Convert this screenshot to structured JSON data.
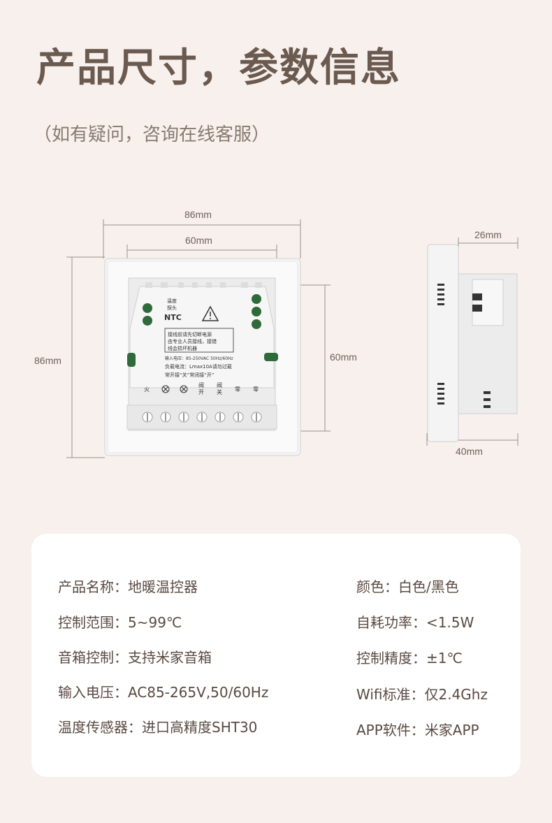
{
  "header": {
    "title": "产品尺寸，参数信息",
    "subtitle": "（如有疑问，咨询在线客服）"
  },
  "dimensions": {
    "front_width_outer": "86mm",
    "front_width_inner": "60mm",
    "front_height_outer": "86mm",
    "front_height_inner": "60mm",
    "side_depth_top": "26mm",
    "side_depth_bottom": "40mm"
  },
  "back_panel": {
    "sensor_label_line1": "温度",
    "sensor_label_line2": "探头",
    "ntc": "NTC",
    "warning_line1": "接线前请先切断电源",
    "warning_line2": "由专业人员接线，接错",
    "warning_line3": "线会损坏机器",
    "input_voltage": "输入电压：85-250VAC 50Hz/60Hz",
    "load_current": "负载电流：Lmax10A请勿过载",
    "valve_note": "常开接“关”常闭接“开”",
    "terminal_fire": "火",
    "terminal_valve_open_1": "阀",
    "terminal_valve_open_2": "开",
    "terminal_valve_close_1": "阀",
    "terminal_valve_close_2": "关",
    "terminal_zero_1": "零",
    "terminal_zero_2": "零"
  },
  "specs": {
    "left": [
      {
        "key": "产品名称：",
        "value": "地暖温控器"
      },
      {
        "key": "控制范围：",
        "value": "5~99℃"
      },
      {
        "key": "音箱控制：",
        "value": "支持米家音箱"
      },
      {
        "key": "输入电压：",
        "value": "AC85-265V,50/60Hz"
      },
      {
        "key": "温度传感器：",
        "value": "进口高精度SHT30"
      }
    ],
    "right": [
      {
        "key": "颜色：",
        "value": "白色/黑色"
      },
      {
        "key": "自耗功率：",
        "value": "<1.5W"
      },
      {
        "key": "控制精度：",
        "value": "±1℃"
      },
      {
        "key": "Wifi标准：",
        "value": "仅2.4Ghz"
      },
      {
        "key": "APP软件：",
        "value": "米家APP"
      }
    ]
  }
}
